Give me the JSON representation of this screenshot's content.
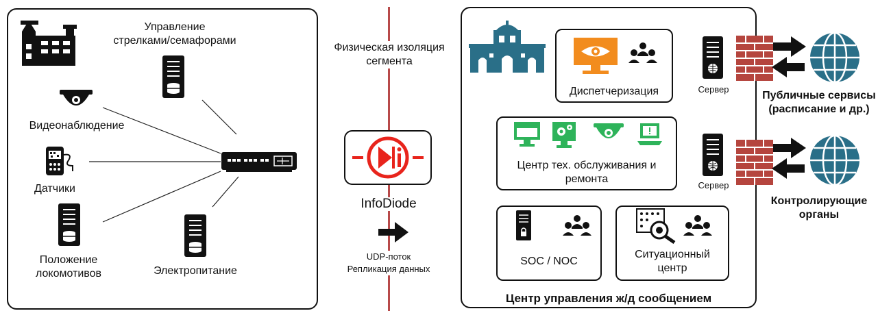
{
  "left": {
    "switching_label": "Управление стрелками/семафорами",
    "switching_line1": "Управление",
    "switching_line2": "стрелками/семафорами",
    "video_label": "Видеонаблюдение",
    "sensors_label": "Датчики",
    "loco_line1": "Положение",
    "loco_line2": "локомотивов",
    "power_label": "Электропитание"
  },
  "middle": {
    "isolation_line1": "Физическая изоляция",
    "isolation_line2": "сегмента",
    "product_name": "InfoDiode",
    "udp_label": "UDP-поток",
    "replication_label": "Репликация данных"
  },
  "center": {
    "title": "Центр управления ж/д сообщением",
    "dispatch_label": "Диспетчеризация",
    "maint_line1": "Центр тех. обслуживания и",
    "maint_line2": "ремонта",
    "soc_label": "SOC / NOC",
    "situation_line1": "Ситуационный",
    "situation_line2": "центр",
    "server1_label": "Сервер",
    "server2_label": "Сервер"
  },
  "external": {
    "public_line1": "Публичные сервисы",
    "public_line2": "(расписание и др.)",
    "control_line1": "Контролирующие",
    "control_line2": "органы"
  },
  "colors": {
    "teal": "#2a6f88",
    "red": "#e8241c",
    "orange": "#f28c1e",
    "green": "#2eb35a",
    "brick": "#b5453e",
    "divider": "#b84a4a"
  }
}
